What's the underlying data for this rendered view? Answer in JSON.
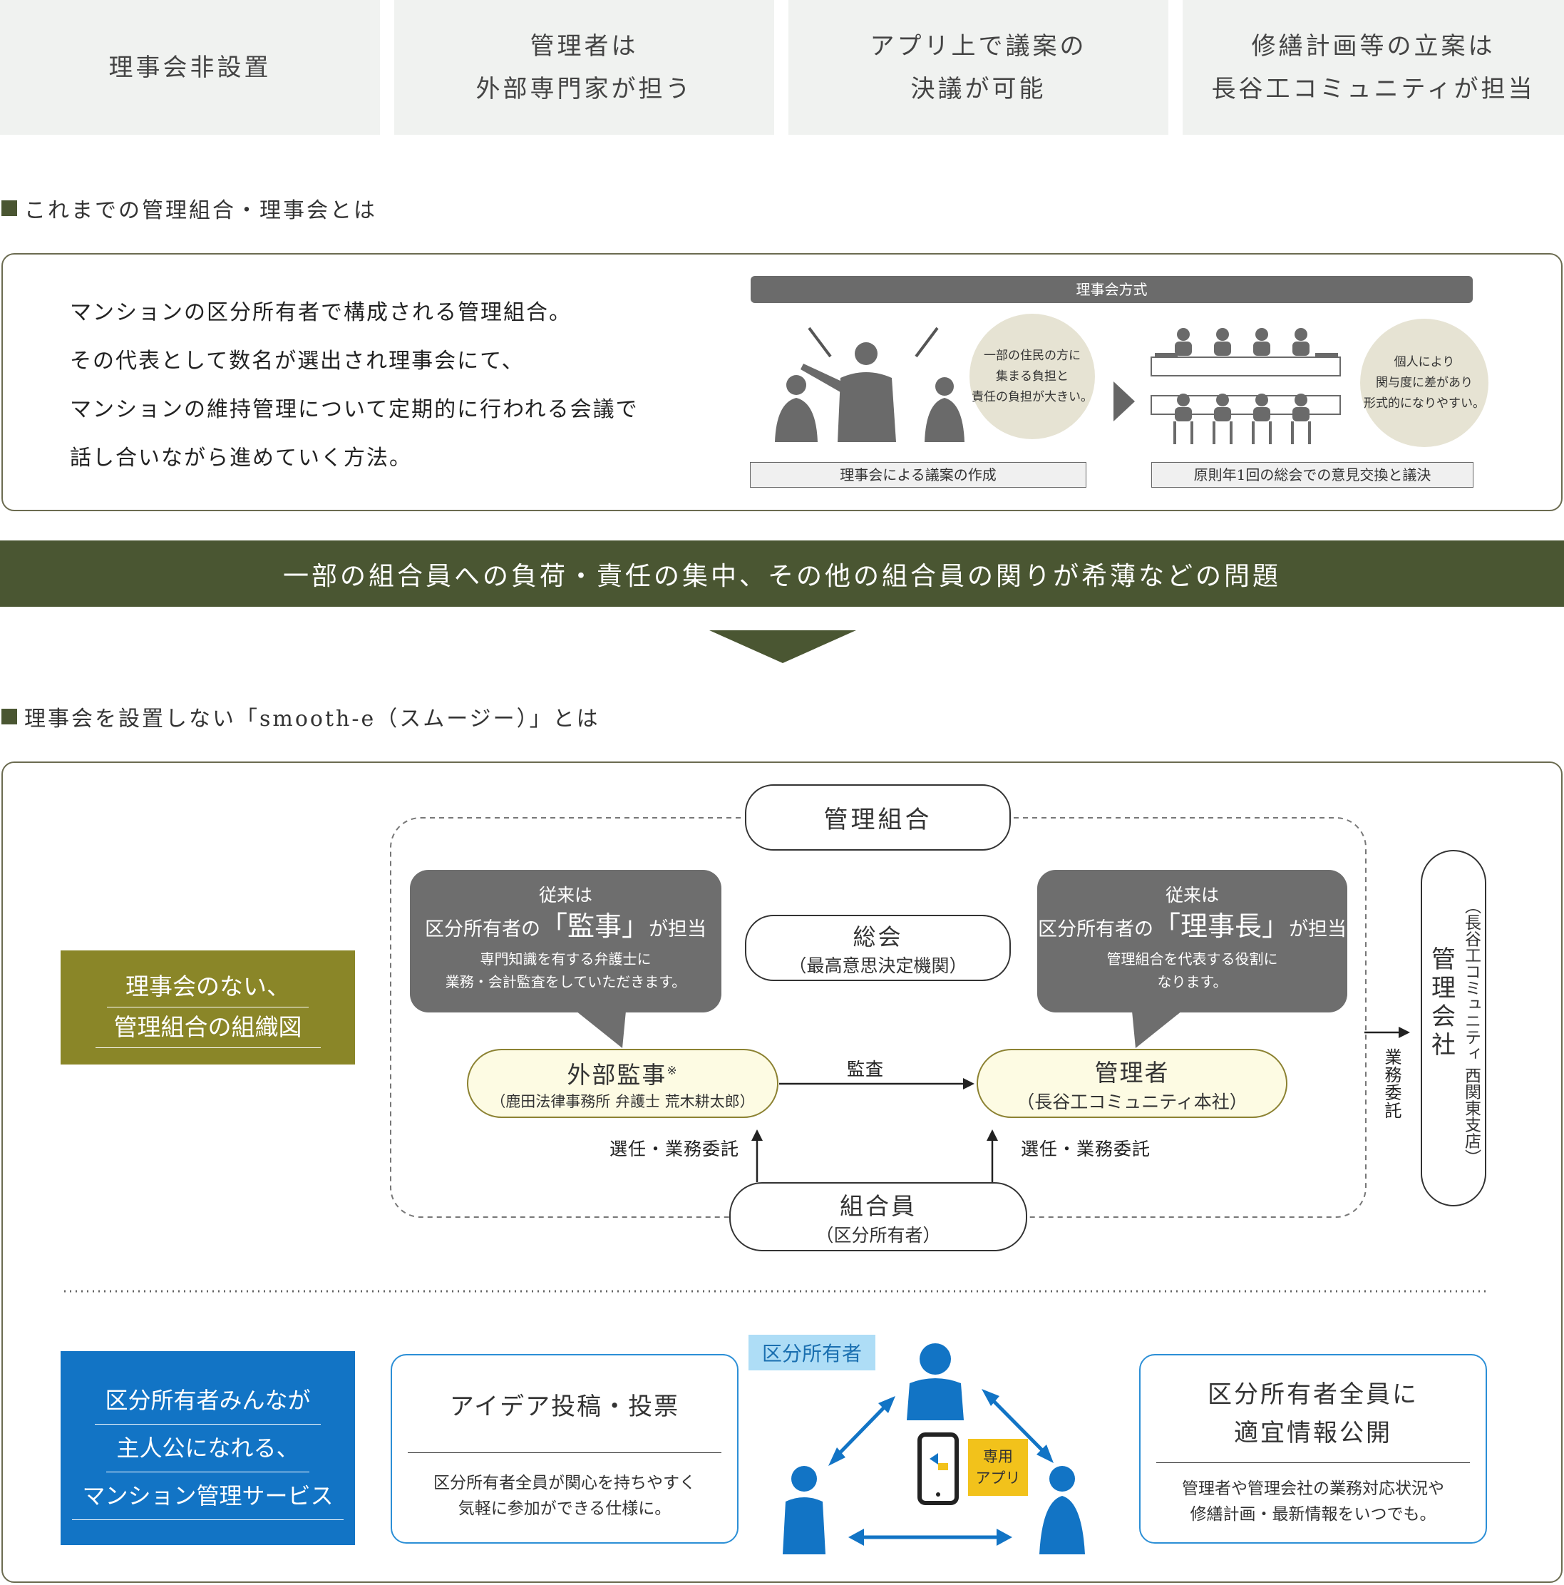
{
  "features": [
    {
      "line1": "理事会非設置",
      "line2": ""
    },
    {
      "line1": "管理者は",
      "line2": "外部専門家が担う"
    },
    {
      "line1": "アプリ上で議案の",
      "line2": "決議が可能"
    },
    {
      "line1": "修繕計画等の立案は",
      "line2": "長谷工コミュニティが担当"
    }
  ],
  "section1": {
    "title": "これまでの管理組合・理事会とは",
    "intro": [
      "マンションの区分所有者で構成される管理組合。",
      "その代表として数名が選出され理事会にて、",
      "マンションの維持管理について定期的に行われる会議で",
      "話し合いながら進めていく方法。"
    ],
    "diagram_title": "理事会方式",
    "bubble_left": [
      "一部の住民の方に",
      "集まる負担と",
      "責任の負担が大きい。"
    ],
    "bubble_right": [
      "個人により",
      "関与度に差があり",
      "形式的になりやすい。"
    ],
    "caption_left": "理事会による議案の作成",
    "caption_right": "原則年1回の総会での意見交換と議決"
  },
  "problem": "一部の組合員への負荷・責任の集中、その他の組合員の関りが希薄などの問題",
  "section2": {
    "title": "理事会を設置しない「smooth-e（スムージー）」とは",
    "org_label": [
      "理事会のない、",
      "管理組合の組織図"
    ],
    "union": "管理組合",
    "general_meeting": {
      "title": "総会",
      "sub": "（最高意思決定機関）"
    },
    "bubble_audit": {
      "l1": "従来は",
      "l2a": "区分所有者の",
      "l2b": "「監事」",
      "l2c": "が担当",
      "l3": "専門知識を有する弁護士に",
      "l4": "業務・会計監査をしていただきます。"
    },
    "bubble_manager": {
      "l1": "従来は",
      "l2a": "区分所有者の",
      "l2b": "「理事長」",
      "l2c": "が担当",
      "l3": "管理組合を代表する役割に",
      "l4": "なります。"
    },
    "auditor": {
      "title": "外部監事",
      "mark": "※",
      "sub": "（鹿田法律事務所 弁護士 荒木耕太郎）"
    },
    "manager": {
      "title": "管理者",
      "sub": "（長谷工コミュニティ本社）"
    },
    "audit_label": "監査",
    "appoint_left": "選任・業務委託",
    "appoint_right": "選任・業務委託",
    "members": {
      "title": "組合員",
      "sub": "（区分所有者）"
    },
    "outsource": "業務委託",
    "company": {
      "title": "管理会社",
      "sub": "（長谷工コミュニティ 西関東支店）"
    },
    "service_label": [
      "区分所有者みんなが",
      "主人公になれる、",
      "マンション管理サービス"
    ],
    "idea_card": {
      "title": "アイデア投稿・投票",
      "l1": "区分所有者全員が関心を持ちやすく",
      "l2": "気軽に参加ができる仕様に。"
    },
    "owners_tag": "区分所有者",
    "app_tag": [
      "専用",
      "アプリ"
    ],
    "info_card": {
      "t1": "区分所有者全員に",
      "t2": "適宜情報公開",
      "l1": "管理者や管理会社の業務対応状況や",
      "l2": "修繕計画・最新情報をいつでも。"
    }
  },
  "colors": {
    "olive_dark": "#4a5632",
    "olive": "#8a8628",
    "blue": "#1274c5",
    "accent_blue": "#2c8fd6",
    "gray": "#6e6e6e"
  }
}
